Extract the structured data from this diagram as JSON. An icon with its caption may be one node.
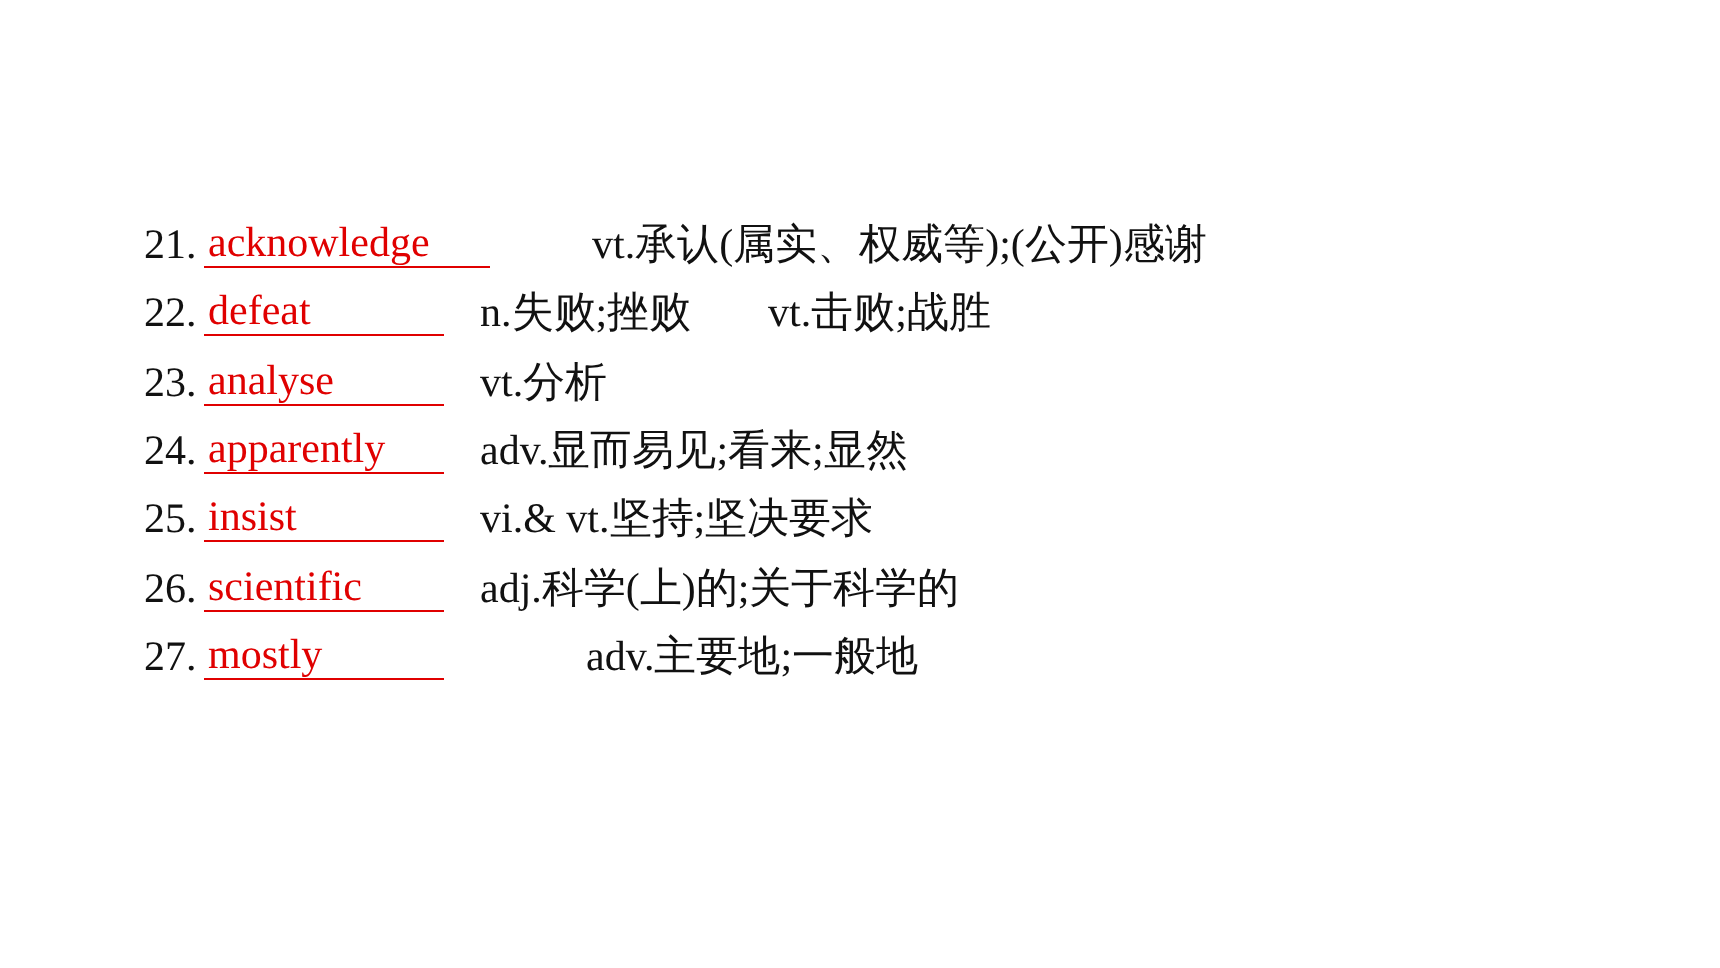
{
  "diagram": {
    "labels": [
      "21.",
      "acknowledge",
      "vt.承认(属实、权威等);(公开)感谢",
      "22.",
      "defeat",
      "n.失败;挫败",
      "vt.击败;战胜",
      "23.",
      "analyse",
      "vt.分析",
      "24.",
      "apparently",
      "adv.显而易见;看来;显然",
      "25.",
      "insist",
      "vi.& vt.坚持;坚决要求",
      "26.",
      "scientific",
      "adj.科学(上)的;关于科学的",
      "27.",
      "mostly",
      "adv.主要地;一般地"
    ]
  }
}
